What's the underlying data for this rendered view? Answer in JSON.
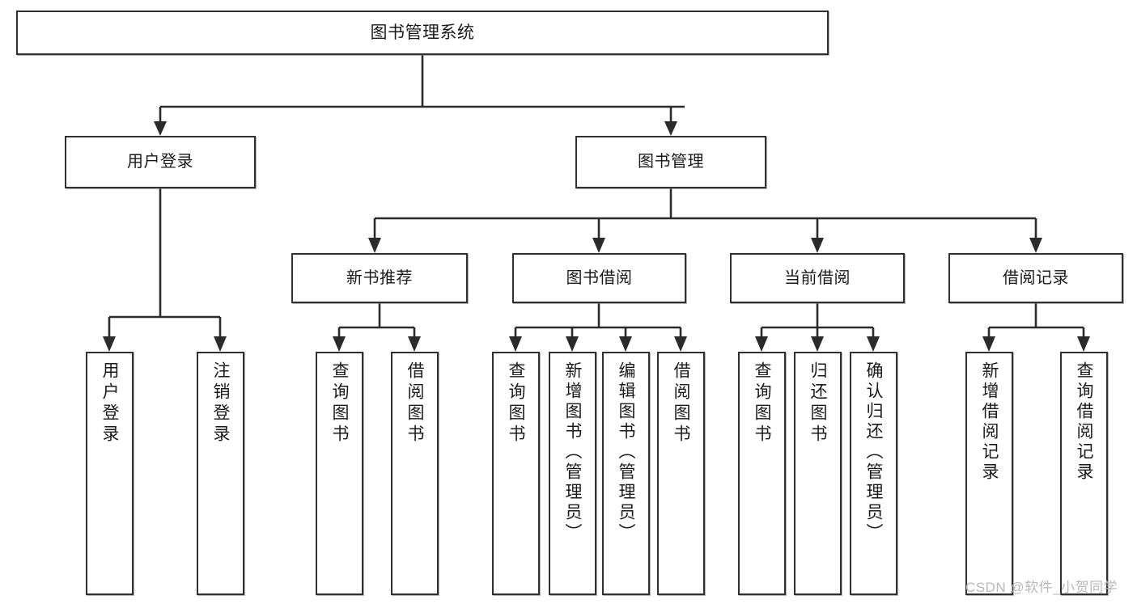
{
  "diagram": {
    "title": "图书管理系统",
    "type": "hierarchy-tree",
    "root": {
      "label": "图书管理系统"
    },
    "level1": [
      {
        "label": "用户登录"
      },
      {
        "label": "图书管理"
      }
    ],
    "level2": [
      {
        "label": "新书推荐"
      },
      {
        "label": "图书借阅"
      },
      {
        "label": "当前借阅"
      },
      {
        "label": "借阅记录"
      }
    ],
    "leaves": [
      {
        "label": "用户登录"
      },
      {
        "label": "注销登录"
      },
      {
        "label": "查询图书"
      },
      {
        "label": "借阅图书"
      },
      {
        "label": "查询图书"
      },
      {
        "label": "新增图书（管理员）"
      },
      {
        "label": "编辑图书（管理员）"
      },
      {
        "label": "借阅图书"
      },
      {
        "label": "查询图书"
      },
      {
        "label": "归还图书"
      },
      {
        "label": "确认归还（管理员）"
      },
      {
        "label": "新增借阅记录"
      },
      {
        "label": "查询借阅记录"
      }
    ]
  },
  "watermark": {
    "text": "CSDN @软件_小贺同学"
  },
  "colors": {
    "box_border": "#30302f",
    "wire": "#2b2b2b",
    "background": "#ffffff",
    "watermark": "#b9b9b9"
  }
}
